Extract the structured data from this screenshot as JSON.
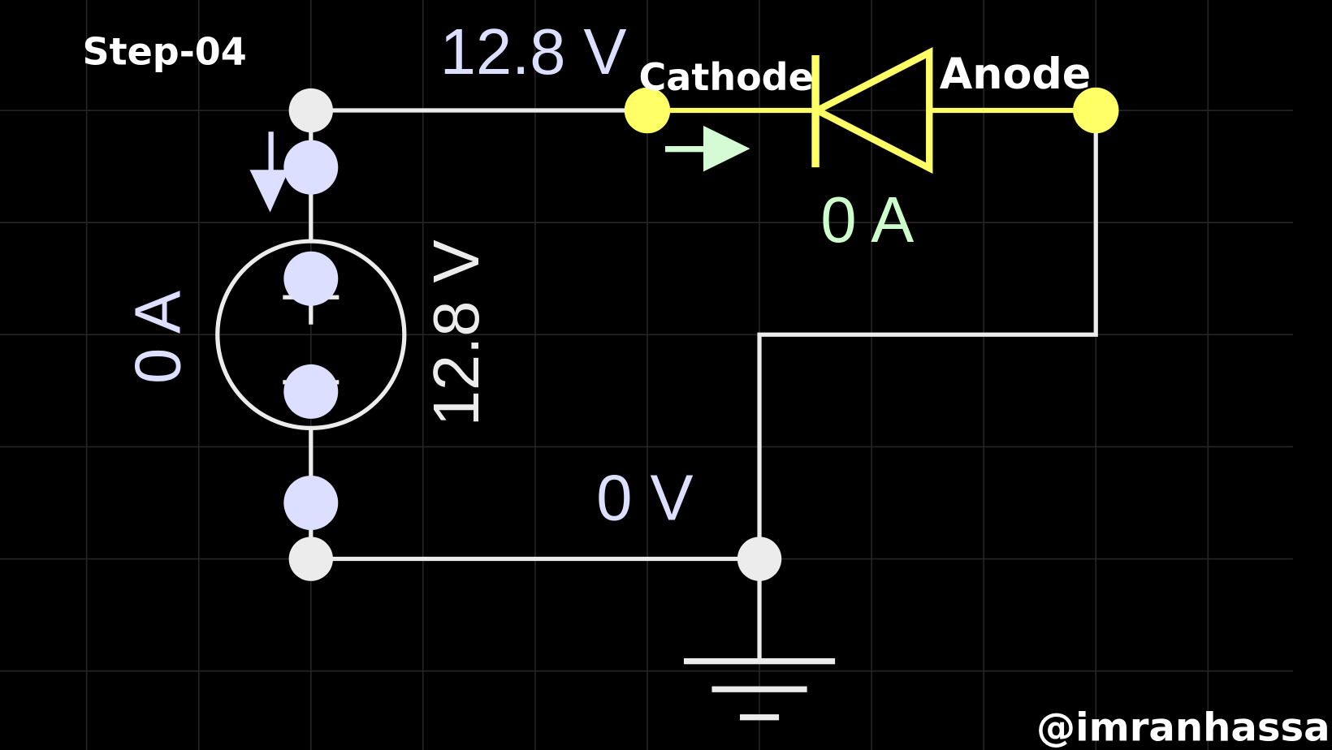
{
  "title": "Step-04",
  "watermark": "@imranhassan",
  "colors": {
    "background": "#000000",
    "wire": "#ececec",
    "diode_highlight": "#ffff66",
    "voltage_label": "#dcdfff",
    "current_label": "#ccffcc",
    "grid": "#262626"
  },
  "diode": {
    "cathode_label": "Cathode",
    "anode_label": "Anode",
    "current": "0 A",
    "cathode_node_voltage": "12.8 V"
  },
  "source": {
    "type": "voltage-source",
    "voltage": "12.8 V",
    "current": "0 A"
  },
  "ground": {
    "node_voltage": "0 V"
  },
  "icons": {
    "current_arrow_source": "arrow-down-icon",
    "current_arrow_diode": "arrow-right-icon",
    "ground_symbol": "ground-icon",
    "diode_symbol": "diode-icon"
  }
}
